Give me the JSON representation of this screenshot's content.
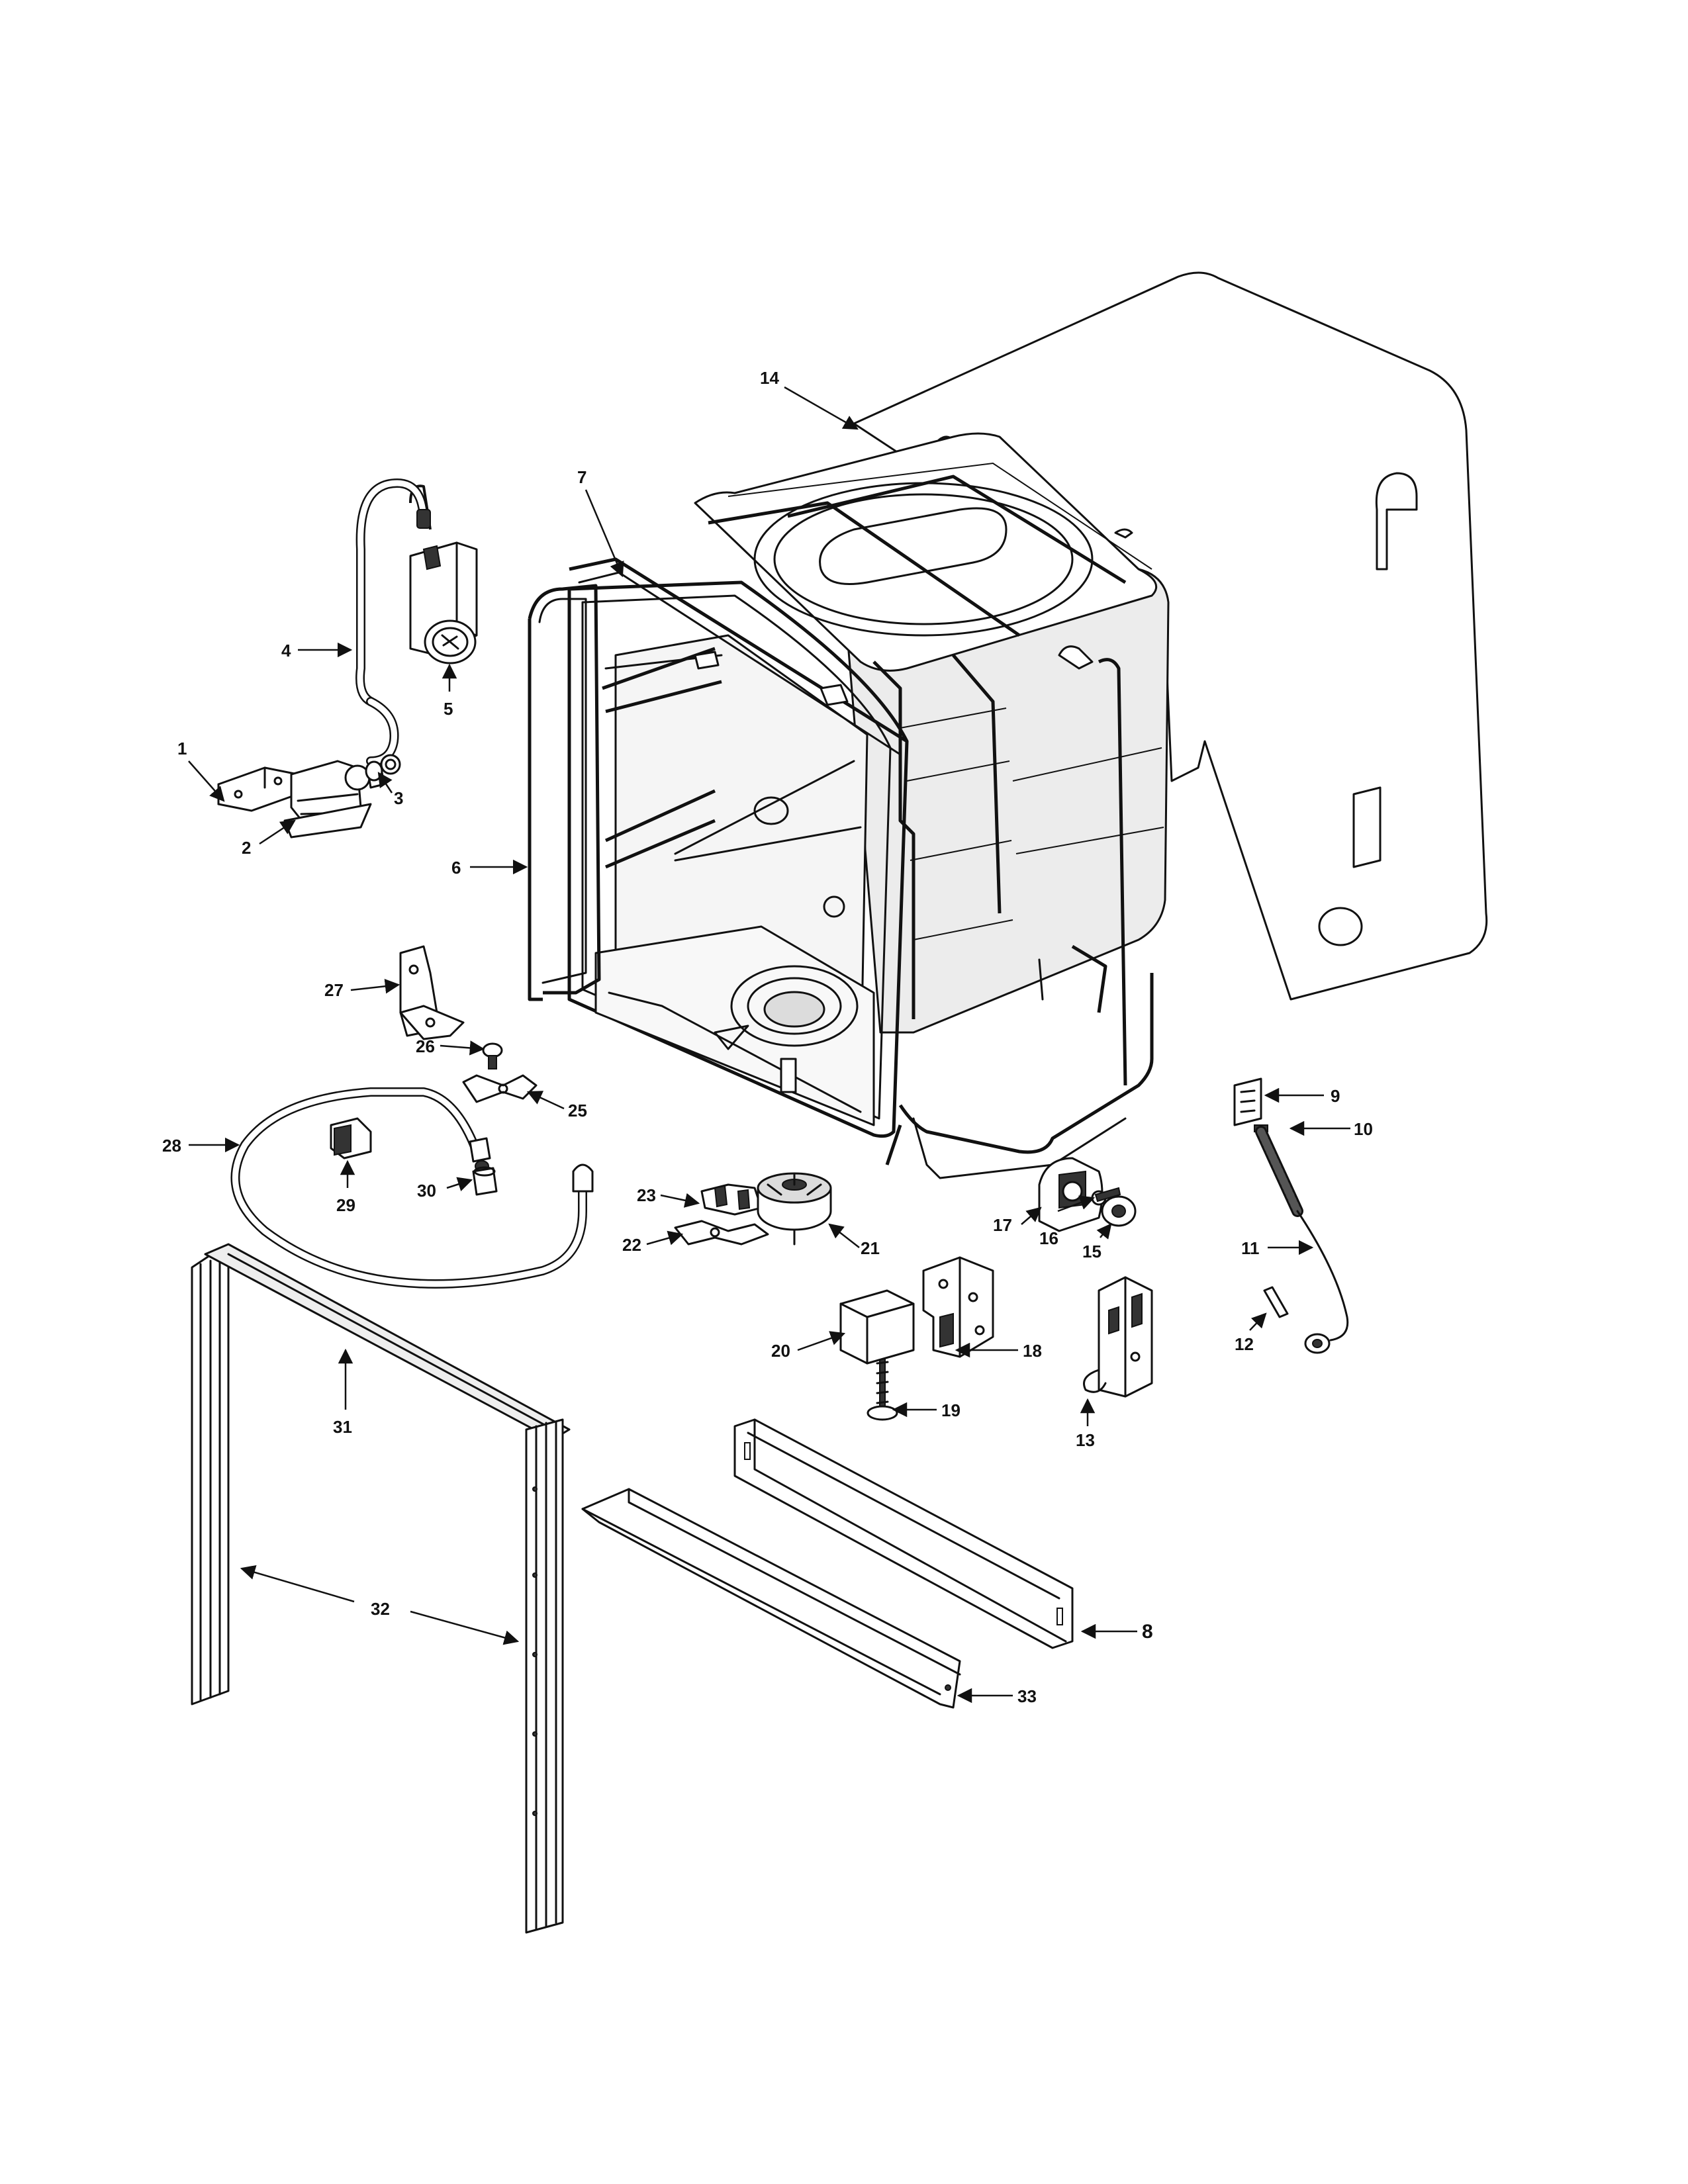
{
  "callouts": [
    {
      "id": "c1",
      "text": "1"
    },
    {
      "id": "c2",
      "text": "2"
    },
    {
      "id": "c3",
      "text": "3"
    },
    {
      "id": "c4",
      "text": "4"
    },
    {
      "id": "c5",
      "text": "5"
    },
    {
      "id": "c6",
      "text": "6"
    },
    {
      "id": "c7",
      "text": "7"
    },
    {
      "id": "c8",
      "text": "8"
    },
    {
      "id": "c9",
      "text": "9"
    },
    {
      "id": "c10",
      "text": "10"
    },
    {
      "id": "c11",
      "text": "11"
    },
    {
      "id": "c12",
      "text": "12"
    },
    {
      "id": "c13",
      "text": "13"
    },
    {
      "id": "c14",
      "text": "14"
    },
    {
      "id": "c15",
      "text": "15"
    },
    {
      "id": "c16",
      "text": "16"
    },
    {
      "id": "c17",
      "text": "17"
    },
    {
      "id": "c18",
      "text": "18"
    },
    {
      "id": "c19",
      "text": "19"
    },
    {
      "id": "c20",
      "text": "20"
    },
    {
      "id": "c21",
      "text": "21"
    },
    {
      "id": "c22",
      "text": "22"
    },
    {
      "id": "c23",
      "text": "23"
    },
    {
      "id": "c25",
      "text": "25"
    },
    {
      "id": "c26",
      "text": "26"
    },
    {
      "id": "c27",
      "text": "27"
    },
    {
      "id": "c28",
      "text": "28"
    },
    {
      "id": "c29",
      "text": "29"
    },
    {
      "id": "c30",
      "text": "30"
    },
    {
      "id": "c31",
      "text": "31"
    },
    {
      "id": "c32",
      "text": "32"
    },
    {
      "id": "c33",
      "text": "33"
    }
  ]
}
